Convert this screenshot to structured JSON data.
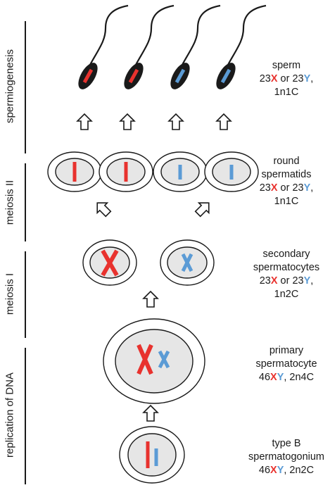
{
  "stages": {
    "spermiogenesis": "spermiogenesis",
    "meiosis_2": "meiosis II",
    "meiosis_1": "meiosis I",
    "replication": "replication of DNA"
  },
  "labels": {
    "sperm": {
      "name": "sperm",
      "prefix": "23",
      "x": "X",
      "or": " or 23",
      "y": "Y",
      "comma": ",",
      "ploidy": "1n1C"
    },
    "round": {
      "line1": "round",
      "line2": "spermatids",
      "prefix": "23",
      "x": "X",
      "or": " or 23",
      "y": "Y",
      "comma": ",",
      "ploidy": "1n1C"
    },
    "secondary": {
      "line1": "secondary",
      "line2": "spermatocytes",
      "prefix": "23",
      "x": "X",
      "or": " or 23",
      "y": "Y",
      "comma": ",",
      "ploidy": "1n2C"
    },
    "primary": {
      "line1": "primary",
      "line2": "spermatocyte",
      "prefix": "46",
      "x": "X",
      "y": "Y",
      "suffix": ", 2n4C"
    },
    "typeb": {
      "line1": "type B",
      "line2": "spermatogonium",
      "prefix": "46",
      "x": "X",
      "y": "Y",
      "suffix": ", 2n2C"
    }
  },
  "colors": {
    "x_chromosome": "#e8322e",
    "y_chromosome": "#5b9bd5",
    "nucleus": "#e6e6e6",
    "outline": "#1a1a1a"
  }
}
